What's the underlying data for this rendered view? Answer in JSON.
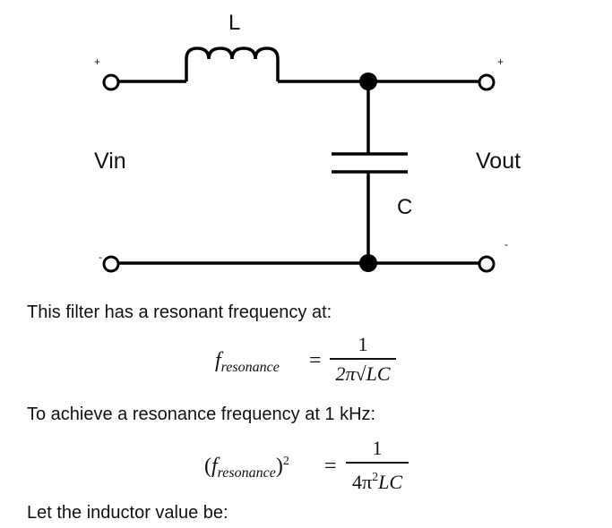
{
  "circuit": {
    "inductor_label": "L",
    "capacitor_label": "C",
    "input_label": "Vin",
    "output_label": "Vout",
    "input_plus": "+",
    "input_minus": "-",
    "output_plus": "+",
    "output_minus": "-"
  },
  "text": {
    "line1": "This filter has a resonant frequency at:",
    "line2": "To achieve a resonance frequency at 1 kHz:",
    "line3": "Let the inductor value be:"
  },
  "eq1": {
    "lhs_f": "f",
    "lhs_sub": "resonance",
    "equals": "=",
    "numerator": "1",
    "denominator": "2π√LC"
  },
  "eq2": {
    "lhs_open": "(",
    "lhs_f": "f",
    "lhs_sub": "resonance",
    "lhs_close": ")",
    "lhs_sup": "2",
    "equals": "=",
    "numerator": "1",
    "den_prefix": "4π",
    "den_sup": "2",
    "den_suffix": "LC"
  }
}
